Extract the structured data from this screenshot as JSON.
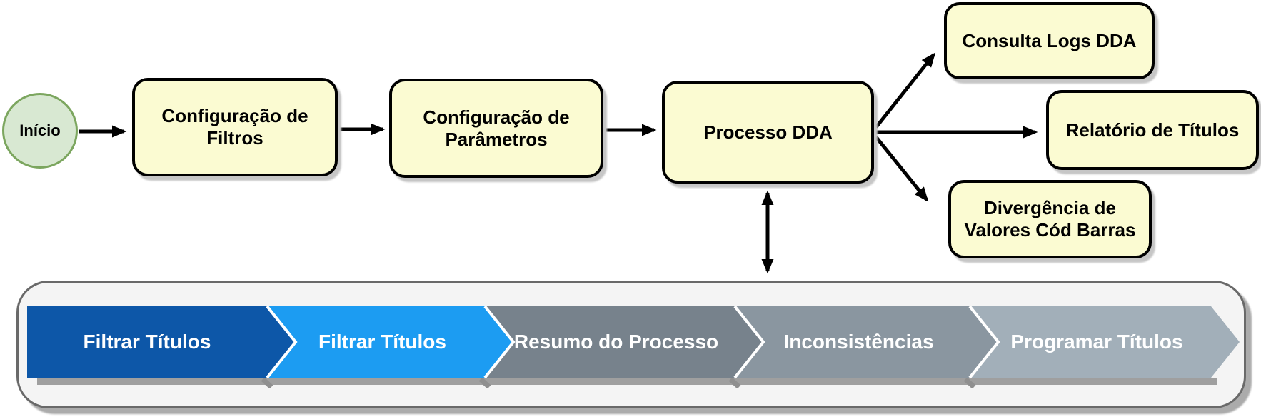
{
  "diagram": {
    "start": {
      "label": "Início"
    },
    "nodes": {
      "filtros": {
        "label": "Configuração de Filtros"
      },
      "parametros": {
        "label": "Configuração de Parâmetros"
      },
      "processo": {
        "label": "Processo DDA"
      },
      "consulta": {
        "label": "Consulta Logs DDA"
      },
      "relatorio": {
        "label": "Relatório de Títulos"
      },
      "divergencia": {
        "label": "Divergência de Valores Cód Barras"
      }
    }
  },
  "steps_panel": {
    "steps": [
      {
        "label": "Filtrar Títulos",
        "color": "#0d57a8"
      },
      {
        "label": "Filtrar Títulos",
        "color": "#1c9cf2"
      },
      {
        "label": "Resumo do Processo",
        "color": "#77828c"
      },
      {
        "label": "Inconsistências",
        "color": "#8a96a0"
      },
      {
        "label": "Programar Títulos",
        "color": "#a2afb9"
      }
    ]
  },
  "colors": {
    "node_fill": "#fbfbd2",
    "node_border": "#000000",
    "start_fill": "#d8e8d2",
    "start_border": "#7ca65f",
    "panel_fill": "#f4f4f4",
    "panel_border": "#696969",
    "arrow": "#000000",
    "step_text": "#ffffff",
    "separator": "#ffffff"
  }
}
